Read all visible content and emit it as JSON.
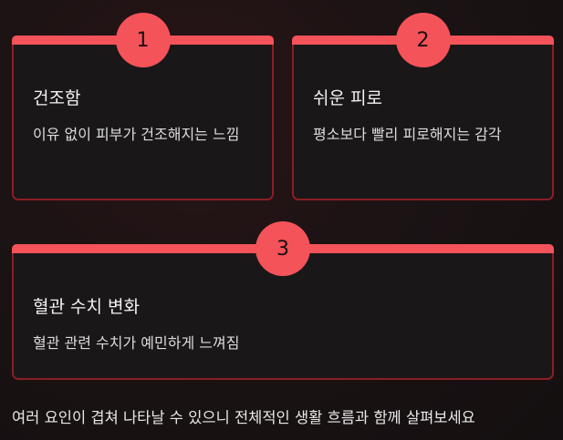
{
  "cards": [
    {
      "number": "1",
      "title": "건조함",
      "description": "이유 없이 피부가 건조해지는 느낌"
    },
    {
      "number": "2",
      "title": "쉬운 피로",
      "description": "평소보다 빨리 피로해지는 감각"
    },
    {
      "number": "3",
      "title": "혈관 수치 변화",
      "description": "혈관 관련 수치가 예민하게 느껴짐"
    }
  ],
  "footer": {
    "note": "여러 요인이 겹쳐 나타날 수 있으니 전체적인 생활 흐름과 함께 살펴보세요"
  },
  "colors": {
    "accent": "#f4535a",
    "card_border": "#8a1e24",
    "card_background": "#1a1718",
    "page_background": "#1b1314"
  }
}
